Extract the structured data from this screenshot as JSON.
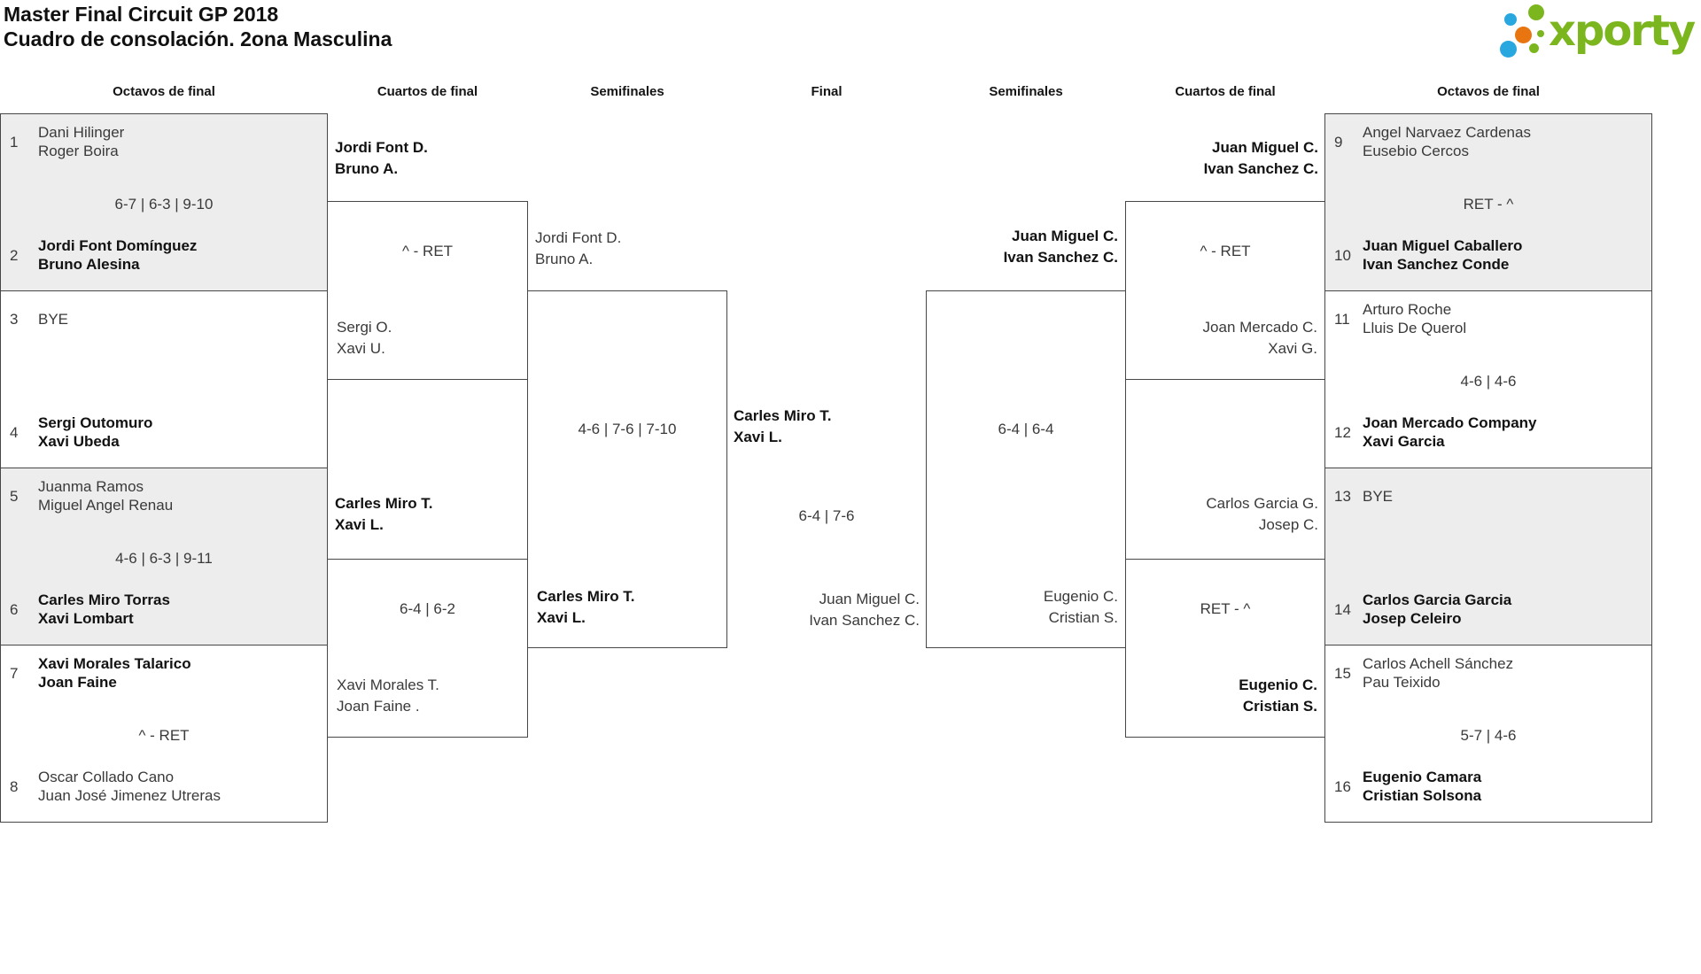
{
  "header": {
    "title_line1": "Master Final Circuit GP 2018",
    "title_line2": "Cuadro de consolación. 2ona Masculina",
    "logo_text": "xporty"
  },
  "colors": {
    "logo_green": "#7cb61e",
    "logo_blue": "#29a8e0",
    "logo_orange": "#e8750f",
    "box_border": "#474747",
    "shaded_box_bg": "#ededed",
    "text_normal": "#3a3a3a",
    "text_winner": "#121212"
  },
  "rounds": {
    "r16": "Octavos de final",
    "qf": "Cuartos de final",
    "sf": "Semifinales",
    "final": "Final"
  },
  "r16_left": [
    {
      "seed_top": "1",
      "top1": "Dani Hilinger",
      "top2": "Roger Boira",
      "score": "6-7 | 6-3 | 9-10",
      "seed_bottom": "2",
      "bot1": "Jordi Font Domínguez",
      "bot2": "Bruno Alesina"
    },
    {
      "seed_top": "3",
      "top1": "BYE",
      "top2": "",
      "score": "",
      "seed_bottom": "4",
      "bot1": "Sergi Outomuro",
      "bot2": "Xavi Ubeda"
    },
    {
      "seed_top": "5",
      "top1": "Juanma Ramos",
      "top2": "Miguel Angel Renau",
      "score": "4-6 | 6-3 | 9-11",
      "seed_bottom": "6",
      "bot1": "Carles Miro Torras",
      "bot2": "Xavi Lombart"
    },
    {
      "seed_top": "7",
      "top1": "Xavi Morales Talarico",
      "top2": "Joan Faine",
      "score": "^ - RET",
      "seed_bottom": "8",
      "bot1": "Oscar Collado Cano",
      "bot2": "Juan José Jimenez Utreras"
    }
  ],
  "r16_right": [
    {
      "seed_top": "9",
      "top1": "Angel Narvaez Cardenas",
      "top2": "Eusebio Cercos",
      "score": "RET - ^",
      "seed_bottom": "10",
      "bot1": "Juan Miguel Caballero",
      "bot2": "Ivan Sanchez Conde"
    },
    {
      "seed_top": "11",
      "top1": "Arturo Roche",
      "top2": "Lluis De Querol",
      "score": "4-6 | 4-6",
      "seed_bottom": "12",
      "bot1": "Joan Mercado Company",
      "bot2": "Xavi Garcia"
    },
    {
      "seed_top": "13",
      "top1": "BYE",
      "top2": "",
      "score": "",
      "seed_bottom": "14",
      "bot1": "Carlos Garcia Garcia",
      "bot2": "Josep Celeiro"
    },
    {
      "seed_top": "15",
      "top1": "Carlos Achell Sánchez",
      "top2": "Pau Teixido",
      "score": "5-7 | 4-6",
      "seed_bottom": "16",
      "bot1": "Eugenio Camara",
      "bot2": "Cristian Solsona"
    }
  ],
  "qf_left": [
    {
      "above1": "Jordi Font D.",
      "above2": "Bruno A.",
      "score": "^ - RET",
      "below1": "Sergi O.",
      "below2": "Xavi U."
    },
    {
      "above1": "Carles Miro T.",
      "above2": "Xavi L.",
      "score": "6-4 | 6-2",
      "below1": "Xavi Morales T.",
      "below2": "Joan Faine ."
    }
  ],
  "qf_right": [
    {
      "above1": "Juan Miguel C.",
      "above2": "Ivan Sanchez C.",
      "score": "^ - RET",
      "below1": "Joan Mercado C.",
      "below2": "Xavi G."
    },
    {
      "above1": "Carlos Garcia G.",
      "above2": "Josep C.",
      "score": "RET - ^",
      "below1": "Eugenio C.",
      "below2": "Cristian S."
    }
  ],
  "sf_left": {
    "above1": "Jordi Font D.",
    "above2": "Bruno A.",
    "score": "4-6 | 7-6 | 7-10",
    "below1": "Carles Miro T.",
    "below2": "Xavi L."
  },
  "sf_right": {
    "above1": "Juan Miguel C.",
    "above2": "Ivan Sanchez C.",
    "score": "6-4 | 6-4",
    "below1": "Eugenio C.",
    "below2": "Cristian S."
  },
  "final": {
    "winner1": "Carles Miro T.",
    "winner2": "Xavi L.",
    "score": "6-4 | 7-6",
    "loser1": "Juan Miguel C.",
    "loser2": "Ivan Sanchez C."
  }
}
